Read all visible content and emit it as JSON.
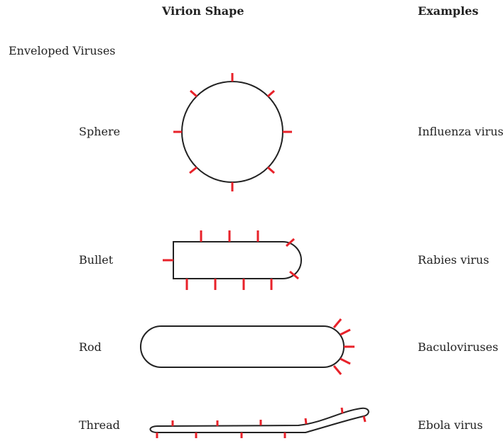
{
  "header": {
    "shape_title": "Virion Shape",
    "examples_title": "Examples"
  },
  "section_title": "Enveloped Viruses",
  "rows": [
    {
      "shape": "Sphere",
      "example": "Influenza virus"
    },
    {
      "shape": "Bullet",
      "example": "Rabies virus"
    },
    {
      "shape": "Rod",
      "example": "Baculoviruses"
    },
    {
      "shape": "Thread",
      "example": "Ebola virus"
    }
  ],
  "colors": {
    "outline": "#222222",
    "spike": "#e8222a"
  }
}
